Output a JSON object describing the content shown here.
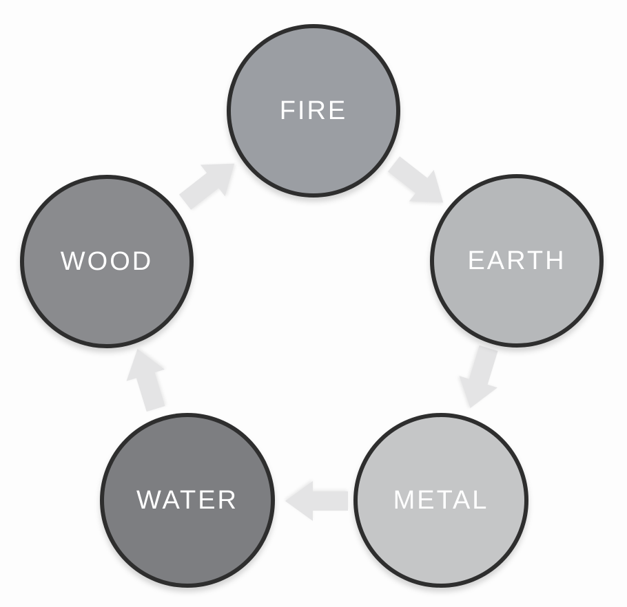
{
  "diagram": {
    "kind": "five-elements-cycle",
    "background": "#fdfdfd",
    "outline_color": "#2e2e2e",
    "label_color": "#ffffff",
    "arrow_color": "#e4e4e5",
    "nodes": [
      {
        "id": "fire",
        "label": "FIRE",
        "color": "#9b9ea3"
      },
      {
        "id": "earth",
        "label": "EARTH",
        "color": "#b6b8ba"
      },
      {
        "id": "metal",
        "label": "METAL",
        "color": "#c5c6c7"
      },
      {
        "id": "water",
        "label": "WATER",
        "color": "#7d7e81"
      },
      {
        "id": "wood",
        "label": "WOOD",
        "color": "#8a8b8e"
      }
    ],
    "arrows": [
      {
        "from": "wood",
        "to": "fire"
      },
      {
        "from": "fire",
        "to": "earth"
      },
      {
        "from": "earth",
        "to": "metal"
      },
      {
        "from": "metal",
        "to": "water"
      },
      {
        "from": "water",
        "to": "wood"
      }
    ]
  }
}
